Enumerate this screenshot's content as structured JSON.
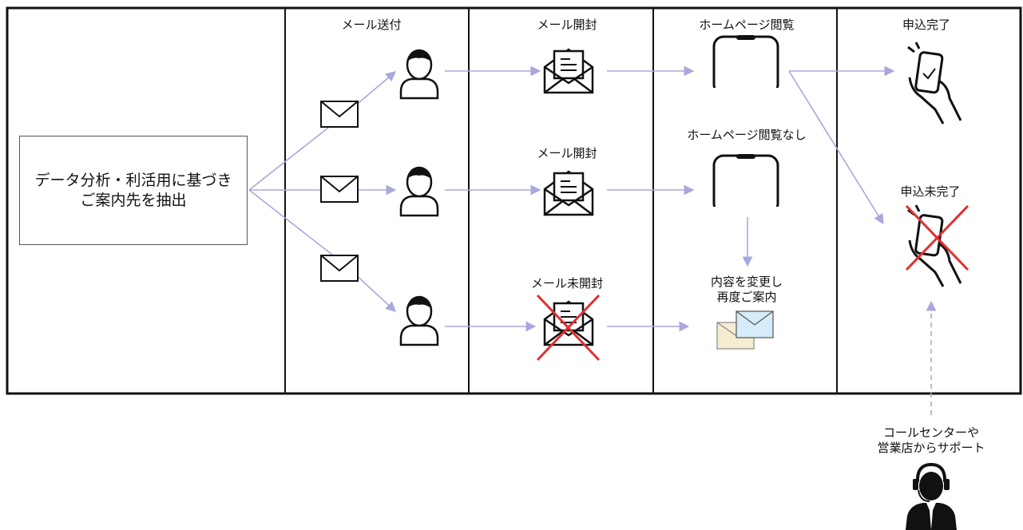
{
  "source_box": {
    "line1": "データ分析・利活用に基づき",
    "line2": "ご案内先を抽出"
  },
  "stages": {
    "send": {
      "label": "メール送付"
    },
    "open_top": {
      "label": "メール開封"
    },
    "open_mid": {
      "label": "メール開封"
    },
    "unopened": {
      "label": "メール未開封"
    },
    "hp_view": {
      "label": "ホームページ閲覧"
    },
    "hp_no_view": {
      "label": "ホームページ閲覧なし"
    },
    "resend": {
      "line1": "内容を変更し",
      "line2": "再度ご案内"
    },
    "complete": {
      "label": "申込完了"
    },
    "incomplete": {
      "label": "申込未完了"
    }
  },
  "support": {
    "line1": "コールセンターや",
    "line2": "営業店からサポート"
  },
  "colors": {
    "arrow": "#a8a8dc",
    "cross": "#e03030",
    "envelope_front": "#d6ecf8",
    "envelope_back": "#f6ecd0",
    "border": "#111111"
  }
}
